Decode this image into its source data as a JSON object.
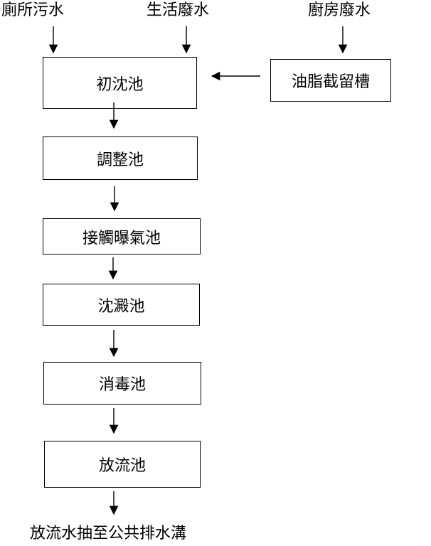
{
  "inputs": {
    "toilet": "廁所污水",
    "domestic": "生活廢水",
    "kitchen": "廚房廢水"
  },
  "grease_trap": "油脂截留槽",
  "process_steps": [
    "初沈池",
    "調整池",
    "接觸曝氣池",
    "沈澱池",
    "消毒池",
    "放流池"
  ],
  "output": "放流水抽至公共排水溝"
}
